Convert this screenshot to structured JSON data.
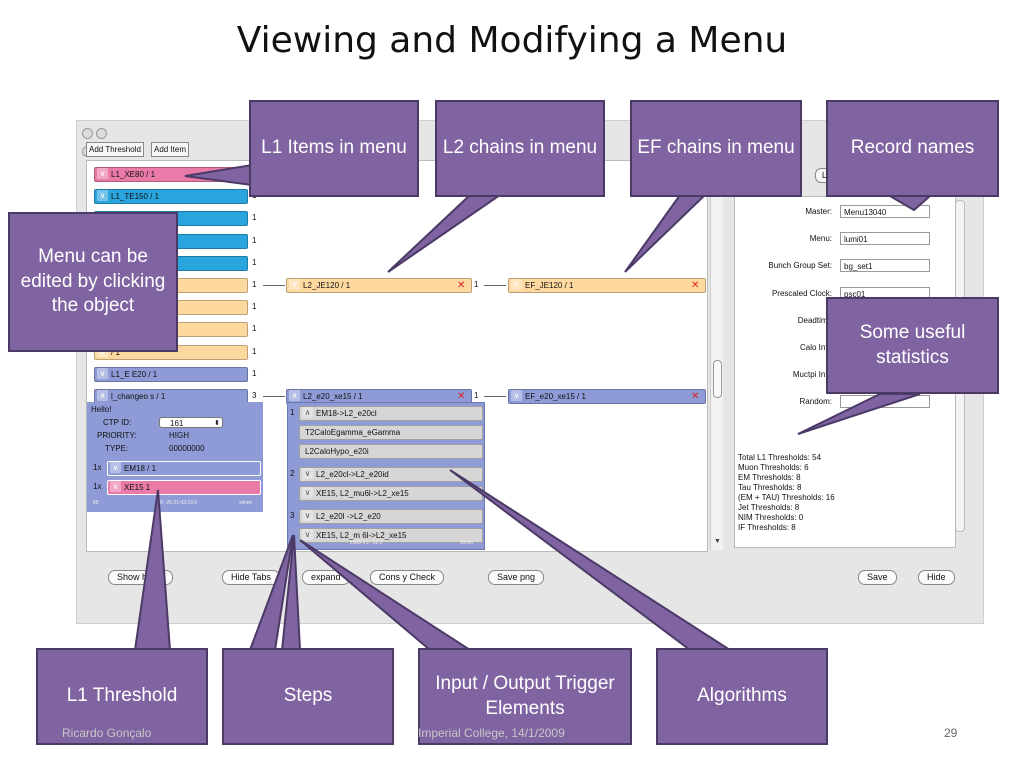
{
  "slide": {
    "title": "Viewing and Modifying a Menu",
    "footer_left": "Ricardo Gonçalo",
    "footer_center": "Imperial College, 14/1/2009",
    "page_number": "29"
  },
  "toolbar": {
    "add_threshold": "Add Threshold",
    "add_item": "Add Item"
  },
  "l1_items": [
    {
      "label": "L1_XE80 / 1",
      "color": "pink",
      "count": ""
    },
    {
      "label": "L1_TE150 / 1",
      "color": "blue",
      "count": "1"
    },
    {
      "label": "",
      "color": "blue",
      "count": "1"
    },
    {
      "label": "",
      "color": "blue",
      "count": "1"
    },
    {
      "label": "",
      "color": "blue",
      "count": "1"
    },
    {
      "label": "",
      "color": "orange",
      "count": "1"
    },
    {
      "label": "",
      "color": "orange",
      "count": "1"
    },
    {
      "label": "",
      "color": "orange",
      "count": "1"
    },
    {
      "label": "/ 1",
      "color": "orange",
      "count": "1"
    },
    {
      "label": "L1_E     E20 / 1",
      "color": "lav",
      "count": "1"
    },
    {
      "label": "l_changeo    s / 1",
      "color": "lav",
      "count": "3"
    }
  ],
  "chains": {
    "l2_je120": "L2_JE120 / 1",
    "l2_je120_count": "1",
    "ef_je120": "EF_JE120 / 1",
    "l2_e20_xe15": "L2_e20_xe15 / 1",
    "l2_e20_xe15_count": "1",
    "ef_e20_xe15": "EF_e20_xe15 / 1"
  },
  "detail": {
    "hello": "Hello!",
    "ctp_label": "CTP ID:",
    "ctp_value": "161",
    "priority_label": "PRIORITY:",
    "priority_value": "HIGH",
    "type_label": "TYPE:",
    "type_value": "00000000",
    "thr1_mult": "1x",
    "thr1": "EM18 / 1",
    "thr2_mult": "1x",
    "thr2": "XE15   1",
    "footer_id": "85",
    "footer_date": "200   -20 21:43:19.0",
    "footer_user": "simon"
  },
  "steps": [
    {
      "n": "1",
      "te": "EM18->L2_e20cl",
      "algos": [
        "T2CaloEgamma_eGamma",
        "L2CaloHypo_e20i"
      ]
    },
    {
      "n": "2",
      "te": "L2_e20cl->L2_e20id",
      "algos": [
        "XE15, L2_mu6l->L2_xe15"
      ]
    },
    {
      "n": "3",
      "te": "L2_e20l    ->L2_e20",
      "algos": [
        "XE15, L2_m  6l->L2_xe15"
      ]
    }
  ],
  "steps_footer": "2008-01-    :52.0",
  "steps_footer_user": "simon",
  "record": {
    "tab": "L1",
    "fields": [
      {
        "label": "Master:",
        "value": "Menu13040"
      },
      {
        "label": "Menu:",
        "value": "lumi01"
      },
      {
        "label": "Bunch Group Set:",
        "value": "bg_set1"
      },
      {
        "label": "Prescaled Clock:",
        "value": "psc01"
      },
      {
        "label": "Deadtime",
        "value": ""
      },
      {
        "label": "Calo Info",
        "value": ""
      },
      {
        "label": "Muctpi Info",
        "value": ""
      },
      {
        "label": "Random:",
        "value": ""
      }
    ]
  },
  "stats": [
    "Total L1 Thresholds: 54",
    "Muon Thresholds: 6",
    "EM Thresholds: 8",
    "Tau Thresholds: 8",
    "(EM + TAU) Thresholds: 16",
    "Jet Thresholds: 8",
    "NIM Thresholds: 0",
    "IF Thresholds: 8"
  ],
  "buttons": {
    "show_thresholds": "Show     holds",
    "hide_tabs": "Hide Tabs",
    "expand": "expand",
    "consistency": "Cons      y Check",
    "save_png": "Save png",
    "save": "Save",
    "hide": "Hide"
  },
  "callouts": {
    "l1_items": "L1 Items in menu",
    "l2_chains": "L2 chains in menu",
    "ef_chains": "EF chains in menu",
    "record_names": "Record names",
    "edit": "Menu can be edited by clicking the object",
    "stats": "Some useful statistics",
    "l1_threshold": "L1 Threshold",
    "steps": "Steps",
    "io": "Input / Output Trigger Elements",
    "algorithms": "Algorithms"
  },
  "colors": {
    "callout_fill": "#8064a2",
    "pink": "#ea7aa7",
    "blue": "#29a4dd",
    "orange": "#fdd9a0",
    "lavender": "#8e9bd6"
  }
}
